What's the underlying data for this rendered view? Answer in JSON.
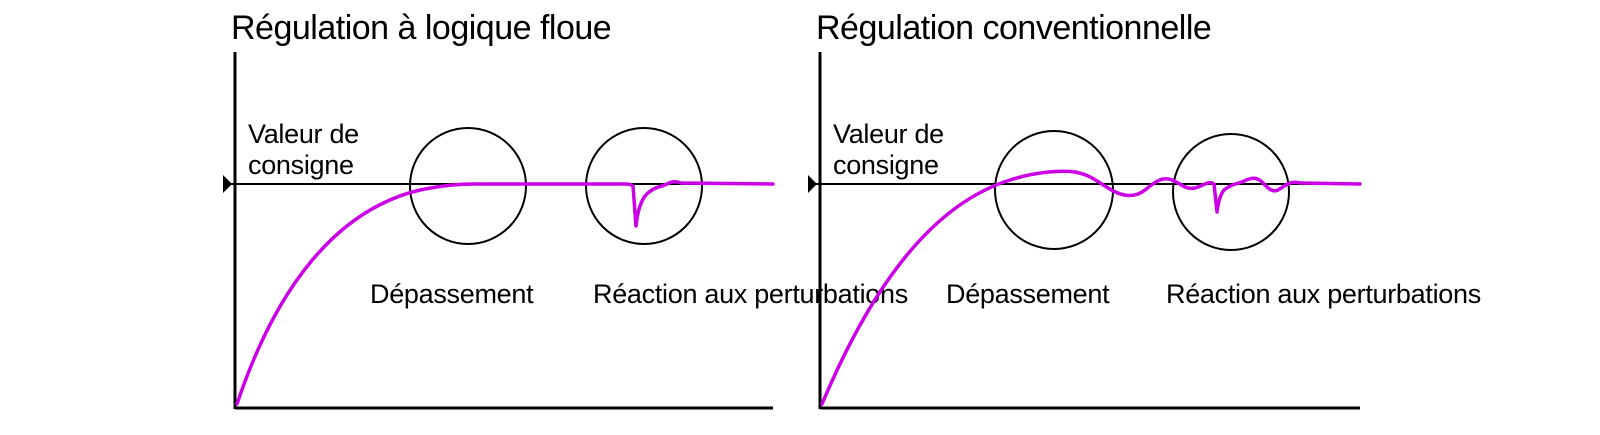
{
  "colors": {
    "response_curve": "#cc00e6",
    "axes": "#000000",
    "background": "#ffffff"
  },
  "panels": [
    {
      "title": "Régulation à logique floue",
      "setpoint_label": "Valeur de consigne",
      "overshoot_label": "Dépassement",
      "disturbance_label": "Réaction aux perturbations"
    },
    {
      "title": "Régulation conventionnelle",
      "setpoint_label": "Valeur de consigne",
      "overshoot_label": "Dépassement",
      "disturbance_label": "Réaction aux perturbations"
    }
  ],
  "icons": [
    "setpoint-marker-icon"
  ]
}
